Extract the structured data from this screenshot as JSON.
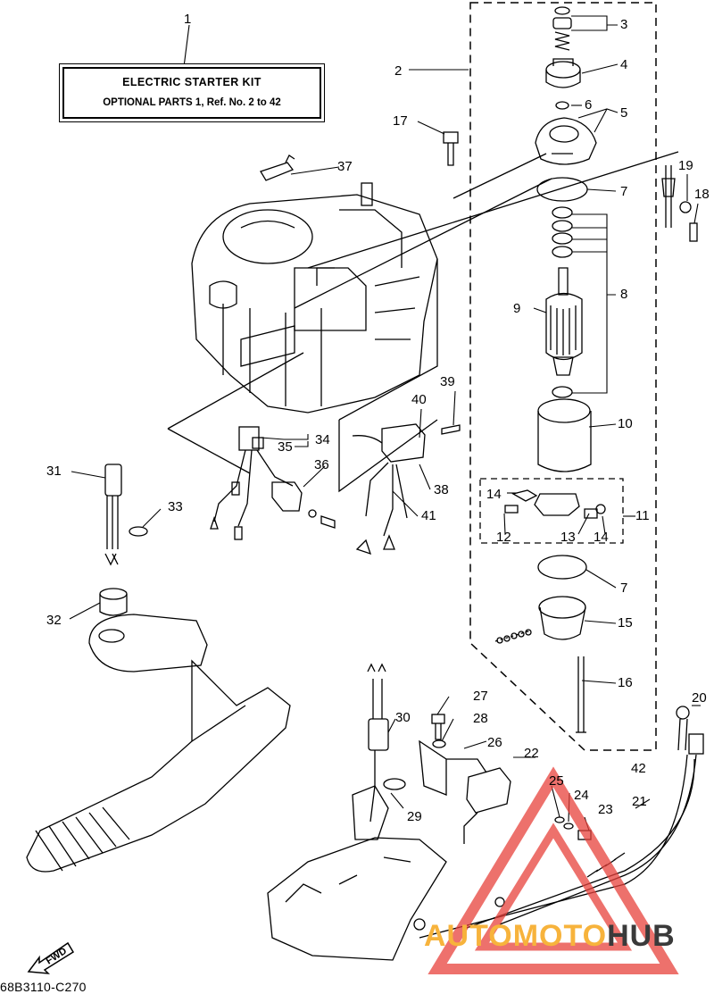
{
  "kit_box": {
    "title": "ELECTRIC STARTER KIT",
    "subtitle": "OPTIONAL PARTS 1, Ref. No. 2 to 42"
  },
  "callouts": [
    {
      "id": "c1",
      "label": "1"
    },
    {
      "id": "c2",
      "label": "2"
    },
    {
      "id": "c3",
      "label": "3"
    },
    {
      "id": "c4",
      "label": "4"
    },
    {
      "id": "c5",
      "label": "5"
    },
    {
      "id": "c6",
      "label": "6"
    },
    {
      "id": "c7a",
      "label": "7"
    },
    {
      "id": "c7b",
      "label": "7"
    },
    {
      "id": "c8",
      "label": "8"
    },
    {
      "id": "c9",
      "label": "9"
    },
    {
      "id": "c10",
      "label": "10"
    },
    {
      "id": "c11",
      "label": "11"
    },
    {
      "id": "c12",
      "label": "12"
    },
    {
      "id": "c13",
      "label": "13"
    },
    {
      "id": "c14a",
      "label": "14"
    },
    {
      "id": "c14b",
      "label": "14"
    },
    {
      "id": "c15",
      "label": "15"
    },
    {
      "id": "c16",
      "label": "16"
    },
    {
      "id": "c17",
      "label": "17"
    },
    {
      "id": "c18",
      "label": "18"
    },
    {
      "id": "c19",
      "label": "19"
    },
    {
      "id": "c20",
      "label": "20"
    },
    {
      "id": "c21",
      "label": "21"
    },
    {
      "id": "c22",
      "label": "22"
    },
    {
      "id": "c23",
      "label": "23"
    },
    {
      "id": "c24",
      "label": "24"
    },
    {
      "id": "c25",
      "label": "25"
    },
    {
      "id": "c26",
      "label": "26"
    },
    {
      "id": "c27",
      "label": "27"
    },
    {
      "id": "c28",
      "label": "28"
    },
    {
      "id": "c29",
      "label": "29"
    },
    {
      "id": "c30",
      "label": "30"
    },
    {
      "id": "c31",
      "label": "31"
    },
    {
      "id": "c32",
      "label": "32"
    },
    {
      "id": "c33",
      "label": "33"
    },
    {
      "id": "c34",
      "label": "34"
    },
    {
      "id": "c35",
      "label": "35"
    },
    {
      "id": "c36",
      "label": "36"
    },
    {
      "id": "c37",
      "label": "37"
    },
    {
      "id": "c38",
      "label": "38"
    },
    {
      "id": "c39",
      "label": "39"
    },
    {
      "id": "c40",
      "label": "40"
    },
    {
      "id": "c41",
      "label": "41"
    },
    {
      "id": "c42",
      "label": "42"
    }
  ],
  "fwd_label": "FWD",
  "footer_code": "68B3110-C270",
  "watermark": {
    "part1": "AUTOMOTO",
    "part2": "HUB"
  },
  "colors": {
    "line": "#000000",
    "watermark_red": "#e8423c",
    "watermark_orange": "#f7b33c",
    "watermark_dark": "#3a3a3a"
  }
}
